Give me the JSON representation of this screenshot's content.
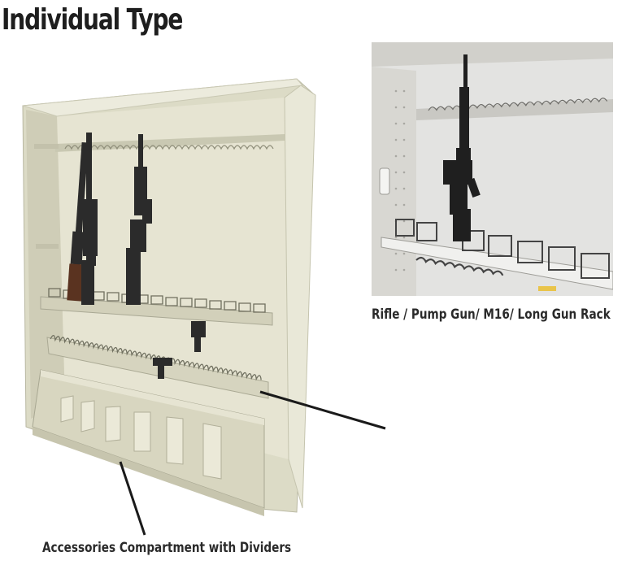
{
  "title": "Individual Type",
  "captions": {
    "rifle_rack": "Rifle / Pump Gun/ M16/ Long Gun Rack",
    "accessories": "Accessories Compartment with Dividers"
  },
  "colors": {
    "cabinet": "#dddcc8",
    "cabinet_shadow": "#c3c1ab",
    "photo_wall": "#e3e3e1",
    "weapon": "#2b2b2b",
    "callout_line": "#1a1a1a"
  }
}
